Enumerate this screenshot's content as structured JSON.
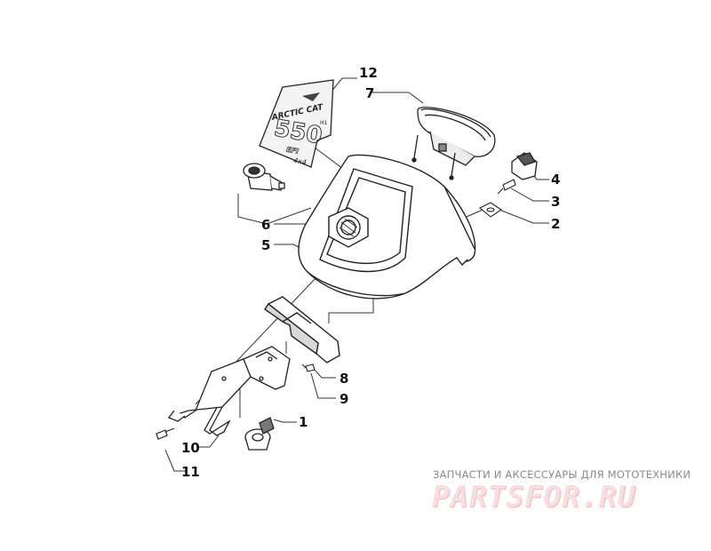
{
  "callouts": [
    {
      "id": "1",
      "label": "1"
    },
    {
      "id": "2",
      "label": "2"
    },
    {
      "id": "3",
      "label": "3"
    },
    {
      "id": "4",
      "label": "4"
    },
    {
      "id": "5",
      "label": "5"
    },
    {
      "id": "6",
      "label": "6"
    },
    {
      "id": "7",
      "label": "7"
    },
    {
      "id": "8",
      "label": "8"
    },
    {
      "id": "9",
      "label": "9"
    },
    {
      "id": "10",
      "label": "10"
    },
    {
      "id": "11",
      "label": "11"
    },
    {
      "id": "12",
      "label": "12"
    }
  ],
  "decal": {
    "brand": "ARCTIC CAT",
    "model": "550",
    "suffix": "H1",
    "sub": "EFI",
    "drive": "4x4"
  },
  "watermark": {
    "tagline": "ЗАПЧАСТИ И АКСЕССУАРЫ ДЛЯ МОТОТЕХНИКИ",
    "logo": "PARTSFOR.RU"
  },
  "colors": {
    "line": "#222222",
    "fill": "#ffffff",
    "shade": "#d8d8d8",
    "watermark_logo": "#f0b8b8",
    "watermark_text": "#8a8a8a"
  }
}
